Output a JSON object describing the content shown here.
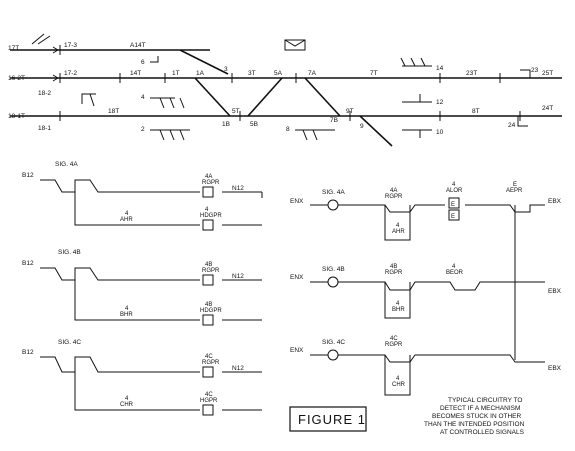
{
  "figure_label": "FIGURE 1",
  "note": [
    "TYPICAL CIRCUITRY TO",
    "DETECT IF A MECHANISM",
    "BECOMES STUCK IN OTHER",
    "THAN THE INTENDED POSITION",
    "AT CONTROLLED SIGNALS"
  ],
  "track_plan": {
    "left_track_labels": [
      "17T",
      "16-2T",
      "18-1T"
    ],
    "track_circuits": [
      "17-3",
      "A14T",
      "17-2",
      "14T",
      "18-2",
      "18T",
      "18-1",
      "1T",
      "3T",
      "5T",
      "7T",
      "9T",
      "23T",
      "25T",
      "8T",
      "24T"
    ],
    "switches": [
      "1A",
      "1B",
      "3",
      "5A",
      "5B",
      "7A",
      "7B",
      "9"
    ],
    "signals": [
      "6",
      "4",
      "2",
      "8",
      "14",
      "12",
      "10",
      "23",
      "24"
    ]
  },
  "left_circuits": [
    {
      "signal": "SIG. 4A",
      "feed": "B12",
      "relay_a": "4A",
      "relay_a_name": "RGPR",
      "relay_b": "4",
      "relay_b_name": "HDGPR",
      "coil": "4",
      "coil_name": "AHR",
      "return": "N12"
    },
    {
      "signal": "SIG. 4B",
      "feed": "B12",
      "relay_a": "4B",
      "relay_a_name": "RGPR",
      "relay_b": "4B",
      "relay_b_name": "HDGPR",
      "coil": "4",
      "coil_name": "BHR",
      "return": "N12"
    },
    {
      "signal": "SIG. 4C",
      "feed": "B12",
      "relay_a": "4C",
      "relay_a_name": "RGPR",
      "relay_b": "4C",
      "relay_b_name": "HGPR",
      "coil": "4",
      "coil_name": "CHR",
      "return": "N12"
    }
  ],
  "right_circuits": [
    {
      "signal": "SIG. 4A",
      "feed": "ENX",
      "relay": "4A",
      "relay_name": "RGPR",
      "sub": "4",
      "sub_name": "AHR",
      "lock": "4",
      "lock_name": "ALOR",
      "lock_tag": "E",
      "lock_tag_2": "E",
      "exit": "E",
      "exit_name": "AEPR",
      "out": "EBX"
    },
    {
      "signal": "SIG. 4B",
      "feed": "ENX",
      "relay": "4B",
      "relay_name": "RGPR",
      "sub": "4",
      "sub_name": "BHR",
      "lock": "4",
      "lock_name": "BEOR",
      "out": "EBX"
    },
    {
      "signal": "SIG. 4C",
      "feed": "ENX",
      "relay": "4C",
      "relay_name": "RGPR",
      "sub": "4",
      "sub_name": "CHR",
      "out": "EBX"
    }
  ]
}
